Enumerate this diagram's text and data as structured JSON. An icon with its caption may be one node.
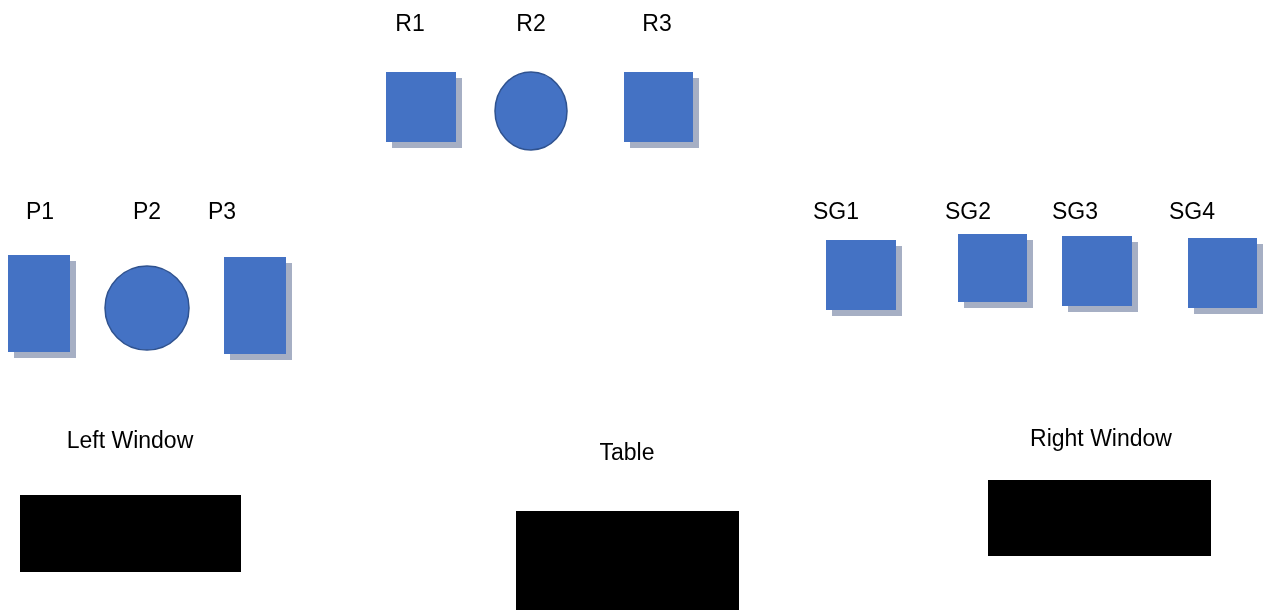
{
  "diagram": {
    "nodes": [
      {
        "text": [
          "R1"
        ]
      },
      {
        "text": [
          "R2"
        ]
      },
      {
        "text": [
          "R3"
        ]
      },
      {
        "text": [
          "P1"
        ]
      },
      {
        "text": [
          "P2"
        ]
      },
      {
        "text": [
          "P3"
        ]
      },
      {
        "text": [
          "SG1"
        ]
      },
      {
        "text": [
          "SG2"
        ]
      },
      {
        "text": [
          "SG3"
        ]
      },
      {
        "text": [
          "SG4"
        ]
      },
      {
        "text": [
          "Left Window"
        ]
      },
      {
        "text": [
          "Table"
        ]
      },
      {
        "text": [
          "Right Window"
        ]
      }
    ]
  }
}
